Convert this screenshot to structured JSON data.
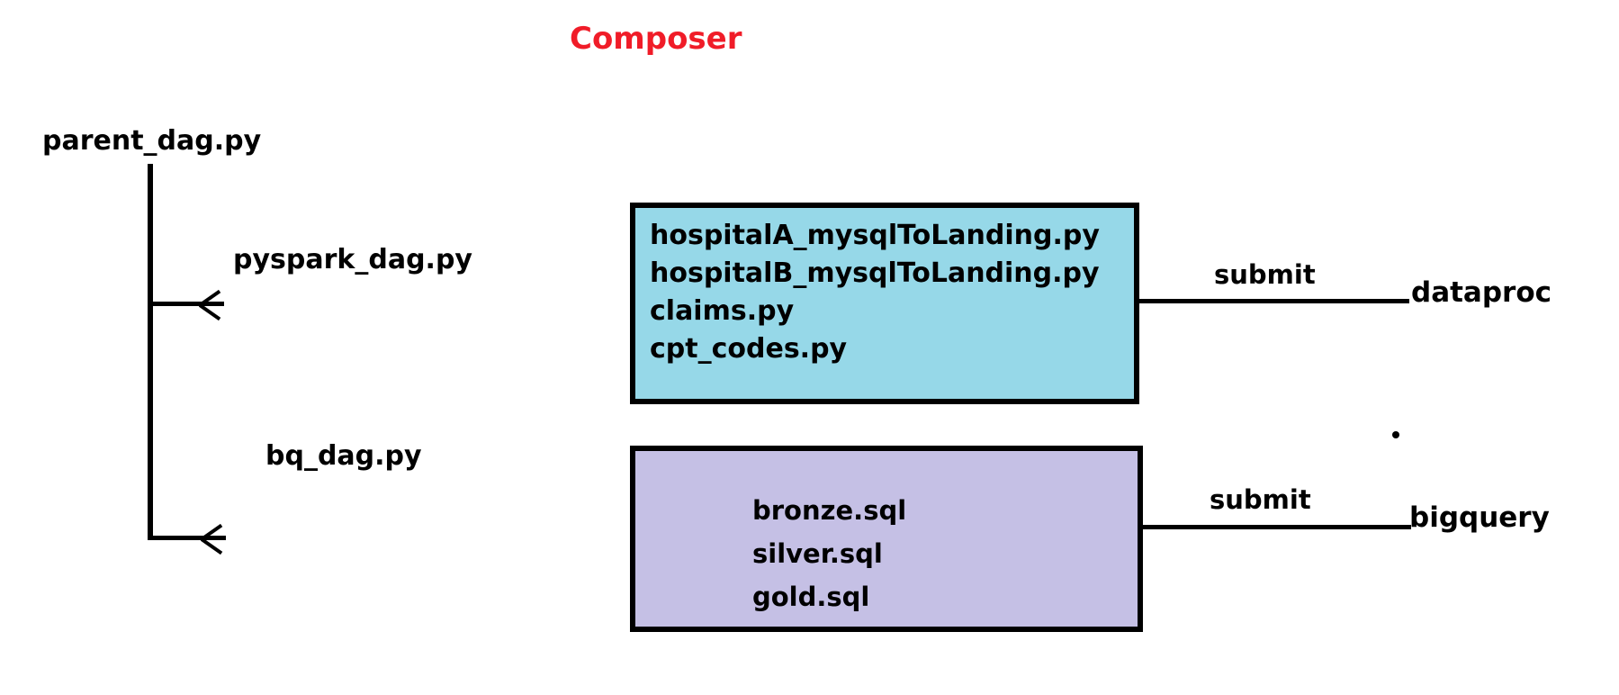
{
  "diagram": {
    "title": "Composer",
    "title_color": "#f01c28",
    "background": "#ffffff"
  },
  "dag_tree": {
    "root_label": "parent_dag.py",
    "children": [
      {
        "label": "pyspark_dag.py"
      },
      {
        "label": "bq_dag.py"
      }
    ]
  },
  "job_groups": [
    {
      "id": "dataproc-jobs",
      "fill_color": "#96d8e8",
      "border_color": "#000000",
      "items": [
        "hospitalA_mysqlToLanding.py",
        "hospitalB_mysqlToLanding.py",
        "claims.py",
        "cpt_codes.py"
      ],
      "edge_label": "submit",
      "target": "dataproc"
    },
    {
      "id": "bigquery-jobs",
      "fill_color": "#c5c0e5",
      "border_color": "#000000",
      "items": [
        "bronze.sql",
        "silver.sql",
        "gold.sql"
      ],
      "edge_label": "submit",
      "target": "bigquery"
    }
  ]
}
